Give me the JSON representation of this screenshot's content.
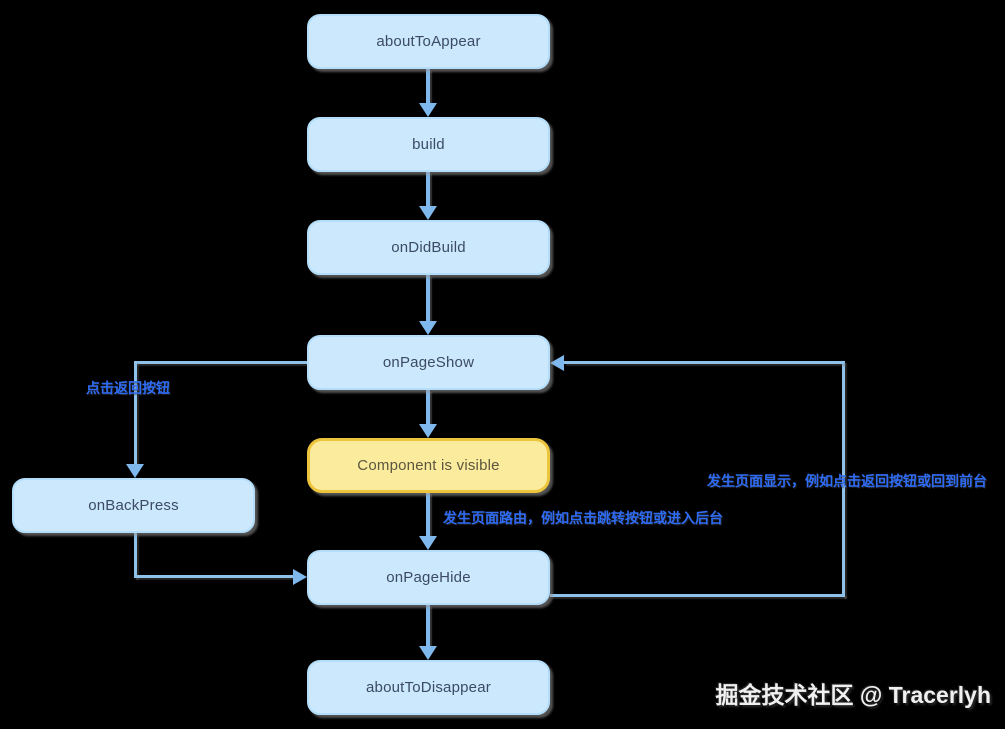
{
  "colors": {
    "bg": "#000000",
    "box-fill": "#cbe8fd",
    "box-border": "#b3ddf9",
    "box-text": "#3c4b63",
    "yellow-fill": "#fbec9d",
    "yellow-border": "#ecc53d",
    "yellow-text": "#5c5640",
    "line": "#8fc2ea",
    "arrow": "#7fb8ec",
    "annotation": "#2f6cf6",
    "watermark": "#f0f0f0"
  },
  "diagram": {
    "nodes": [
      {
        "id": "aboutToAppear",
        "label": "aboutToAppear"
      },
      {
        "id": "build",
        "label": "build"
      },
      {
        "id": "onDidBuild",
        "label": "onDidBuild"
      },
      {
        "id": "onPageShow",
        "label": "onPageShow"
      },
      {
        "id": "componentVisible",
        "label": "Component is visible"
      },
      {
        "id": "onBackPress",
        "label": "onBackPress"
      },
      {
        "id": "onPageHide",
        "label": "onPageHide"
      },
      {
        "id": "aboutToDisappear",
        "label": "aboutToDisappear"
      }
    ],
    "edges": [
      {
        "from": "aboutToAppear",
        "to": "build"
      },
      {
        "from": "build",
        "to": "onDidBuild"
      },
      {
        "from": "onDidBuild",
        "to": "onPageShow"
      },
      {
        "from": "onPageShow",
        "to": "componentVisible"
      },
      {
        "from": "componentVisible",
        "to": "onPageHide",
        "label_key": "page_hide"
      },
      {
        "from": "onPageShow",
        "to": "onBackPress",
        "label_key": "back_button"
      },
      {
        "from": "onBackPress",
        "to": "onPageHide"
      },
      {
        "from": "onPageHide",
        "to": "onPageShow",
        "label_key": "page_show"
      },
      {
        "from": "onPageHide",
        "to": "aboutToDisappear"
      }
    ],
    "annotations": {
      "back_button": "点击返回按钮",
      "page_hide": "发生页面路由，例如点击跳转按钮或进入后台",
      "page_show": "发生页面显示，例如点击返回按钮或回到前台"
    }
  },
  "watermark": {
    "text": "掘金技术社区 @ Tracerlyh"
  }
}
